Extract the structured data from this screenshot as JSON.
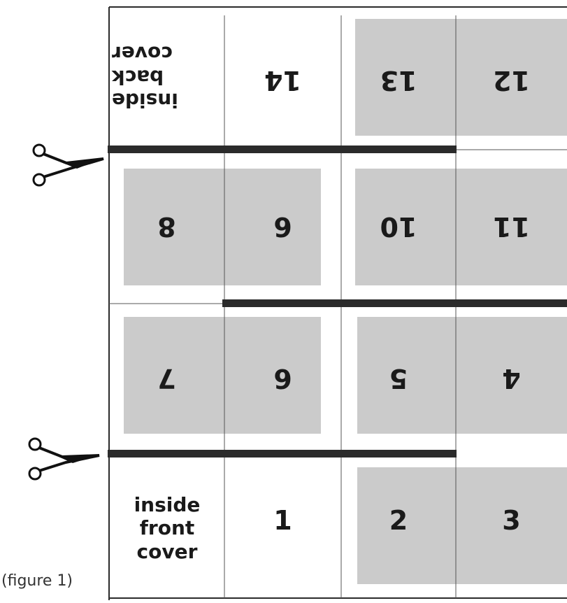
{
  "caption": "(figure 1)",
  "pages": {
    "p1": "1",
    "p2": "2",
    "p3": "3",
    "p4": "4",
    "p5": "5",
    "p6a": "6",
    "p6b": "6",
    "p7": "7",
    "p8": "8",
    "p10": "10",
    "p11": "11",
    "p12": "12",
    "p13": "13",
    "p14": "14"
  },
  "inside_front_cover": [
    "inside",
    "front",
    "cover"
  ],
  "inside_back_cover": [
    "inside",
    "back",
    "cover"
  ],
  "colors": {
    "shade": "#cbcbcb",
    "line": "#2b2b2b",
    "thin": "#555555"
  },
  "icons": [
    "scissors-icon",
    "scissors-icon"
  ]
}
